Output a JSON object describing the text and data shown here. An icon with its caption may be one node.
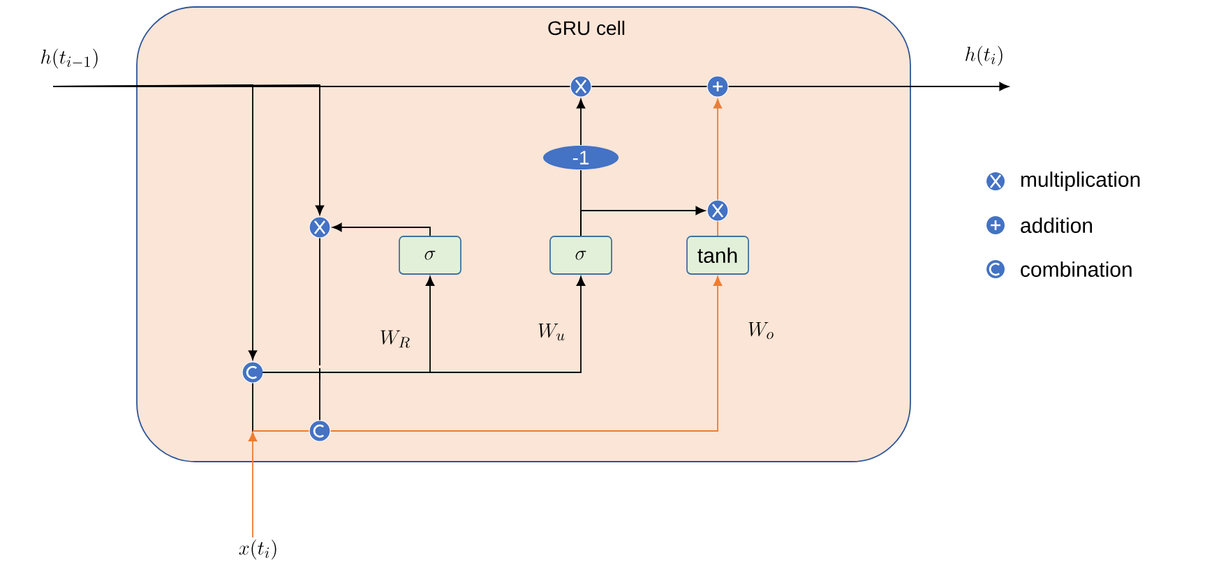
{
  "diagram": {
    "nodes": [
      {
        "text": [
          "GRU cell"
        ]
      },
      {
        "text": [
          "h(t_{i-1})"
        ]
      },
      {
        "text": [
          "h(t_i)"
        ]
      },
      {
        "text": [],
        "shape": "circle",
        "in": 0
      },
      {
        "text": [],
        "shape": "circle",
        "in": 0
      },
      {
        "text": [
          "-1"
        ],
        "in": 0
      },
      {
        "text": [],
        "shape": "circle",
        "in": 0
      },
      {
        "text": [
          "\\sigma"
        ],
        "in": 0
      },
      {
        "text": [
          "\\sigma"
        ],
        "in": 0
      },
      {
        "text": [],
        "shape": "circle",
        "in": 0
      },
      {
        "text": [
          "tanh"
        ],
        "in": 0
      },
      {
        "text": [],
        "shape": "circle",
        "in": 0
      },
      {
        "text": [],
        "shape": "circle",
        "in": 0
      },
      {
        "text": [
          "x(t_i)"
        ]
      }
    ],
    "edges": [
      {
        "from": 1,
        "to": 3,
        "arrow": "none"
      },
      {
        "from": 1,
        "to": 11,
        "arrow": "to"
      },
      {
        "from": 1,
        "to": 6,
        "arrow": "to"
      },
      {
        "from": 3,
        "to": 4,
        "arrow": "none"
      },
      {
        "from": 4,
        "to": 2,
        "arrow": "to"
      },
      {
        "from": 5,
        "to": 3,
        "arrow": "to"
      },
      {
        "from": 8,
        "to": 5,
        "arrow": "none"
      },
      {
        "from": 8,
        "to": 9,
        "arrow": "to"
      },
      {
        "from": 7,
        "to": 6,
        "arrow": "to"
      },
      {
        "from": 11,
        "to": 7,
        "arrow": "to",
        "label": "W_R"
      },
      {
        "from": 11,
        "to": 8,
        "arrow": "to",
        "label": "W_u"
      },
      {
        "from": 6,
        "to": 12,
        "arrow": "none"
      },
      {
        "from": 13,
        "to": null,
        "arrow": "to",
        "color": "#ed7d31"
      },
      {
        "from": null,
        "to": 11,
        "arrow": "none"
      },
      {
        "from": null,
        "to": 12,
        "arrow": "none",
        "color": "#ed7d31"
      },
      {
        "from": 12,
        "to": 10,
        "arrow": "to",
        "label": "W_o",
        "color": "#ed7d31"
      },
      {
        "from": 10,
        "to": 9,
        "arrow": "none",
        "color": "#ed7d31"
      },
      {
        "from": 9,
        "to": 4,
        "arrow": "to",
        "color": "#ed7d31"
      }
    ],
    "legend": [
      {
        "text": "multiplication"
      },
      {
        "text": "addition"
      },
      {
        "text": "combination"
      }
    ]
  }
}
